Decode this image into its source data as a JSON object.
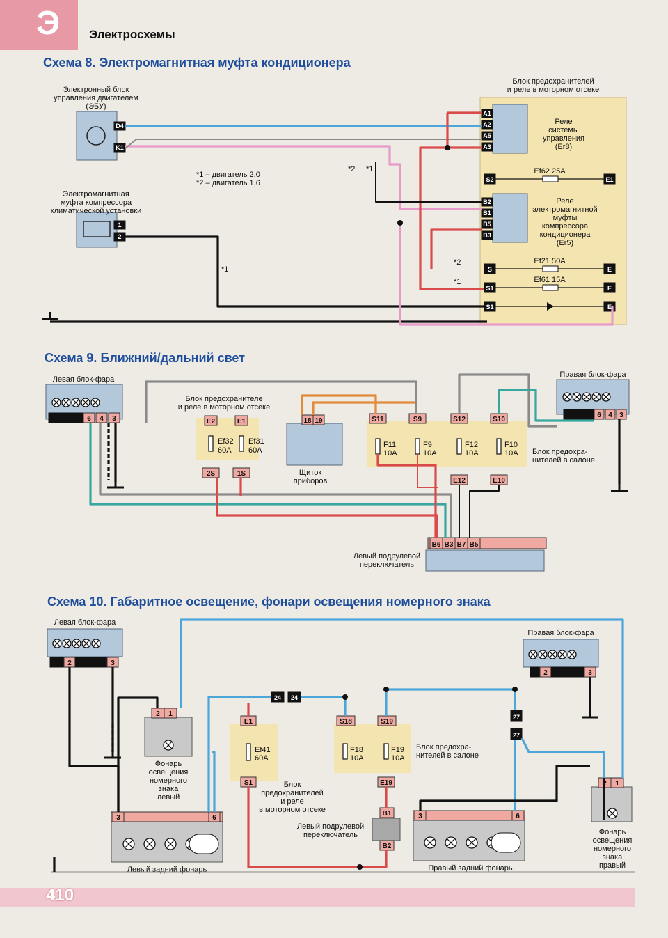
{
  "header": {
    "letter": "Э",
    "section": "Электросхемы"
  },
  "page_number": "410",
  "colors": {
    "red": "#d94a4a",
    "blue": "#4da6d9",
    "pink": "#e89ac9",
    "black": "#111111",
    "gray": "#8a8a8a",
    "green": "#5ab55a",
    "orange": "#e08a3a",
    "yellow": "#f4e4b0",
    "title": "#1f4f9c"
  },
  "scheme8": {
    "title": "Схема 8. Электромагнитная муфта кондиционера",
    "ecu": [
      "Электронный блок",
      "управления двигателем",
      "(ЭБУ)"
    ],
    "ecu_pins": {
      "d4": "D4",
      "k1": "K1"
    },
    "clutch": [
      "Электромагнитная",
      "муфта компрессора",
      "климатической установки"
    ],
    "clutch_pins": {
      "p1": "1",
      "p2": "2"
    },
    "notes": [
      "*1 – двигатель 2,0",
      "*2 – двигатель 1,6"
    ],
    "marks": {
      "m1": "*1",
      "m2": "*2"
    },
    "fuse_block": [
      "Блок предохранителей",
      "и реле в моторном отсеке"
    ],
    "relay1": [
      "Реле",
      "системы",
      "управления",
      "(Er8)"
    ],
    "relay1_pins": [
      "A1",
      "A2",
      "A5",
      "A3"
    ],
    "relay2": [
      "Реле",
      "электромагнитной",
      "муфты",
      "компрессора",
      "кондиционера",
      "(Er5)"
    ],
    "relay2_pins": [
      "B2",
      "B1",
      "B5",
      "B3"
    ],
    "fuses": [
      {
        "left": "S2",
        "label": "Ef62 25A",
        "right": "E1"
      },
      {
        "left": "S",
        "label": "Ef21 50A",
        "right": "E"
      },
      {
        "left": "S1",
        "label": "Ef61 15A",
        "right": "E"
      },
      {
        "left": "S1",
        "label": "",
        "right": "E"
      }
    ]
  },
  "scheme9": {
    "title": "Схема 9. Ближний/дальний свет",
    "left_headlamp": "Левая блок-фара",
    "right_headlamp": "Правая блок-фара",
    "lamp_pins": [
      "6",
      "4",
      "3"
    ],
    "engine_block": [
      "Блок предохранителе",
      "и реле в моторном отсеке"
    ],
    "engine_fuses": [
      {
        "top": "E2",
        "name": "Ef32",
        "rating": "60A",
        "bottom": "2S"
      },
      {
        "top": "E1",
        "name": "Ef31",
        "rating": "60A",
        "bottom": "1S"
      }
    ],
    "cluster": [
      "Щиток",
      "приборов"
    ],
    "cluster_pins": [
      "18",
      "19"
    ],
    "cabin_block": [
      "Блок предохра-",
      "нителей в салоне"
    ],
    "cabin_fuses": [
      {
        "top": "S11",
        "name": "F11",
        "rating": "10A"
      },
      {
        "top": "S9",
        "name": "F9",
        "rating": "10A"
      },
      {
        "top": "S12",
        "name": "F12",
        "rating": "10A"
      },
      {
        "top": "S10",
        "name": "F10",
        "rating": "10A"
      }
    ],
    "cabin_bottom": [
      "E12",
      "E10"
    ],
    "switch": [
      "Левый подрулевой",
      "переключатель"
    ],
    "switch_pins": [
      "B6",
      "B3",
      "B7",
      "B5"
    ]
  },
  "scheme10": {
    "title": "Схема 10. Габаритное освещение, фонари освещения номерного знака",
    "left_headlamp": "Левая блок-фара",
    "right_headlamp": "Правая блок-фара",
    "headlamp_pins": [
      "2",
      "3"
    ],
    "left_plate": [
      "Фонарь",
      "освещения",
      "номерного",
      "знака",
      "левый"
    ],
    "right_plate": [
      "Фонарь",
      "освещения",
      "номерного",
      "знака",
      "правый"
    ],
    "plate_pins": [
      "2",
      "1"
    ],
    "connector24": [
      "24",
      "24"
    ],
    "connector27": [
      "27",
      "27"
    ],
    "engine_fuse": {
      "top": "E1",
      "name": "Ef41",
      "rating": "60A",
      "bottom": "S1"
    },
    "engine_block": [
      "Блок",
      "предохранителей",
      "и реле",
      "в моторном отсеке"
    ],
    "cabin_fuses": [
      {
        "top": "S18",
        "name": "F18",
        "rating": "10A"
      },
      {
        "top": "S19",
        "name": "F19",
        "rating": "10A"
      }
    ],
    "cabin_bottom": "E19",
    "cabin_block": [
      "Блок предохра-",
      "нителей в салоне"
    ],
    "switch": [
      "Левый подрулевой",
      "переключатель"
    ],
    "switch_pins": [
      "B1",
      "B2"
    ],
    "left_tail": "Левый задний фонарь",
    "right_tail": "Правый задний фонарь",
    "tail_pins": [
      "3",
      "6"
    ]
  }
}
